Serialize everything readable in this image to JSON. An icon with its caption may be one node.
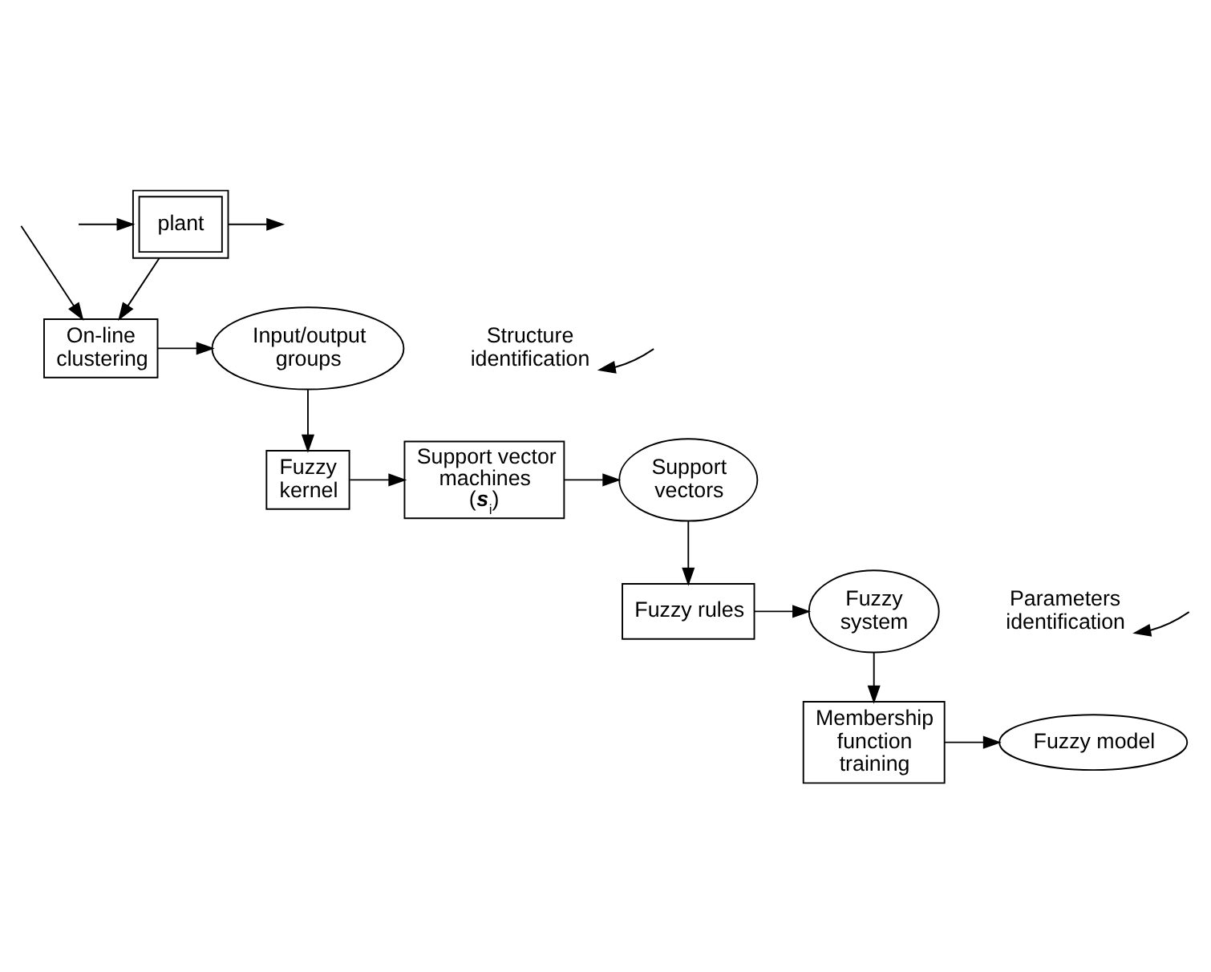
{
  "diagram": {
    "nodes": [
      {
        "text": [
          "plant"
        ]
      },
      {
        "text": [
          "On-line clustering"
        ]
      },
      {
        "text": [
          "Input/output groups"
        ]
      },
      {
        "text": [
          "Fuzzy kernel"
        ]
      },
      {
        "text": [
          "Support vector machines (**s**$_{i}$)"
        ]
      },
      {
        "text": [
          "Support vectors"
        ]
      },
      {
        "text": [
          "Fuzzy rules"
        ]
      },
      {
        "text": [
          "Fuzzy system"
        ]
      },
      {
        "text": [
          "Membership function training"
        ]
      },
      {
        "text": [
          "Fuzzy model"
        ]
      },
      {
        "text": [
          "Structure identification"
        ]
      },
      {
        "text": [
          "Parameters identification"
        ]
      }
    ],
    "edges": [
      {
        "from": null,
        "to": 0,
        "arrow": "to"
      },
      {
        "from": 0,
        "to": null,
        "arrow": "to"
      },
      {
        "from": null,
        "to": 1,
        "arrow": "to"
      },
      {
        "from": 0,
        "to": 1,
        "arrow": "to"
      },
      {
        "from": 1,
        "to": 2,
        "arrow": "to"
      },
      {
        "from": 2,
        "to": 3,
        "arrow": "to"
      },
      {
        "from": 3,
        "to": 4,
        "arrow": "to"
      },
      {
        "from": 4,
        "to": 5,
        "arrow": "to"
      },
      {
        "from": 5,
        "to": 6,
        "arrow": "to"
      },
      {
        "from": 6,
        "to": 7,
        "arrow": "to"
      },
      {
        "from": 7,
        "to": 8,
        "arrow": "to"
      },
      {
        "from": 8,
        "to": 9,
        "arrow": "to"
      },
      {
        "from": null,
        "to": 10,
        "arrow": "to"
      },
      {
        "from": null,
        "to": 11,
        "arrow": "to"
      }
    ]
  }
}
